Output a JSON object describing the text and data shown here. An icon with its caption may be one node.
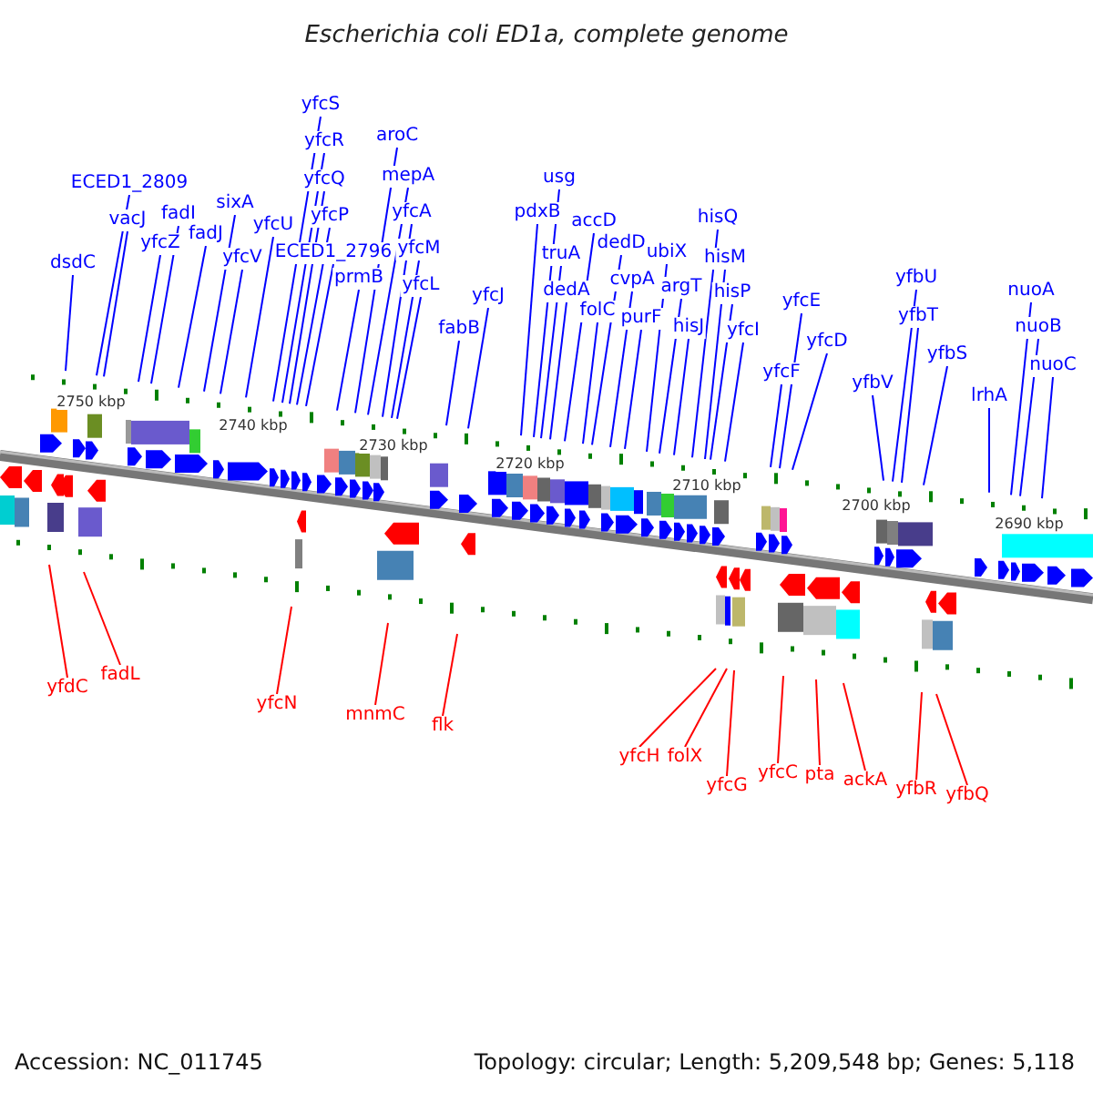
{
  "diagram": {
    "title": "Escherichia coli ED1a, complete genome",
    "nodes": [
      {
        "text": [
          "dsdC"
        ]
      },
      {
        "text": [
          "ECED1_2809"
        ]
      },
      {
        "text": [
          "vacJ"
        ]
      },
      {
        "text": [
          "yfcZ"
        ]
      },
      {
        "text": [
          "fadI"
        ]
      },
      {
        "text": [
          "fadJ"
        ]
      },
      {
        "text": [
          "sixA"
        ]
      },
      {
        "text": [
          "yfcV"
        ]
      },
      {
        "text": [
          "yfcU"
        ]
      },
      {
        "text": [
          "yfcS"
        ]
      },
      {
        "text": [
          "yfcR"
        ]
      },
      {
        "text": [
          "yfcQ"
        ]
      },
      {
        "text": [
          "yfcP"
        ]
      },
      {
        "text": [
          "ECED1_2796"
        ]
      },
      {
        "text": [
          "prmB"
        ]
      },
      {
        "text": [
          "aroC"
        ]
      },
      {
        "text": [
          "mepA"
        ]
      },
      {
        "text": [
          "yfcA"
        ]
      },
      {
        "text": [
          "yfcM"
        ]
      },
      {
        "text": [
          "yfcL"
        ]
      },
      {
        "text": [
          "fabB"
        ]
      },
      {
        "text": [
          "yfcJ"
        ]
      },
      {
        "text": [
          "pdxB"
        ]
      },
      {
        "text": [
          "usg"
        ]
      },
      {
        "text": [
          "truA"
        ]
      },
      {
        "text": [
          "accD"
        ]
      },
      {
        "text": [
          "dedA"
        ]
      },
      {
        "text": [
          "dedD"
        ]
      },
      {
        "text": [
          "folC"
        ]
      },
      {
        "text": [
          "cvpA"
        ]
      },
      {
        "text": [
          "purF"
        ]
      },
      {
        "text": [
          "ubiX"
        ]
      },
      {
        "text": [
          "argT"
        ]
      },
      {
        "text": [
          "hisJ"
        ]
      },
      {
        "text": [
          "hisQ"
        ]
      },
      {
        "text": [
          "hisM"
        ]
      },
      {
        "text": [
          "hisP"
        ]
      },
      {
        "text": [
          "yfcI"
        ]
      },
      {
        "text": [
          "yfcE"
        ]
      },
      {
        "text": [
          "yfcF"
        ]
      },
      {
        "text": [
          "yfcD"
        ]
      },
      {
        "text": [
          "yfbV"
        ]
      },
      {
        "text": [
          "yfbU"
        ]
      },
      {
        "text": [
          "yfbT"
        ]
      },
      {
        "text": [
          "yfbS"
        ]
      },
      {
        "text": [
          "lrhA"
        ]
      },
      {
        "text": [
          "nuoA"
        ]
      },
      {
        "text": [
          "nuoB"
        ]
      },
      {
        "text": [
          "nuoC"
        ]
      },
      {
        "text": [
          "yfdC"
        ]
      },
      {
        "text": [
          "fadL"
        ]
      },
      {
        "text": [
          "yfcN"
        ]
      },
      {
        "text": [
          "mnmC"
        ]
      },
      {
        "text": [
          "flk"
        ]
      },
      {
        "text": [
          "yfcH"
        ]
      },
      {
        "text": [
          "folX"
        ]
      },
      {
        "text": [
          "yfcG"
        ]
      },
      {
        "text": [
          "yfcC"
        ]
      },
      {
        "text": [
          "pta"
        ]
      },
      {
        "text": [
          "ackA"
        ]
      },
      {
        "text": [
          "yfbR"
        ]
      },
      {
        "text": [
          "yfbQ"
        ]
      }
    ],
    "edges": [
      {
        "from": 0,
        "to": null,
        "arrow": "none"
      },
      {
        "from": 1,
        "to": null,
        "arrow": "none"
      },
      {
        "from": 2,
        "to": null,
        "arrow": "none"
      },
      {
        "from": 3,
        "to": null,
        "arrow": "none"
      },
      {
        "from": 4,
        "to": null,
        "arrow": "none"
      },
      {
        "from": 5,
        "to": null,
        "arrow": "none"
      },
      {
        "from": 6,
        "to": null,
        "arrow": "none"
      },
      {
        "from": 7,
        "to": null,
        "arrow": "none"
      },
      {
        "from": 8,
        "to": null,
        "arrow": "none"
      },
      {
        "from": 9,
        "to": null,
        "arrow": "none"
      },
      {
        "from": 10,
        "to": null,
        "arrow": "none"
      },
      {
        "from": 11,
        "to": null,
        "arrow": "none"
      },
      {
        "from": 12,
        "to": null,
        "arrow": "none"
      },
      {
        "from": 13,
        "to": null,
        "arrow": "none"
      },
      {
        "from": 14,
        "to": null,
        "arrow": "none"
      },
      {
        "from": 15,
        "to": null,
        "arrow": "none"
      },
      {
        "from": 16,
        "to": null,
        "arrow": "none"
      },
      {
        "from": 17,
        "to": null,
        "arrow": "none"
      },
      {
        "from": 18,
        "to": null,
        "arrow": "none"
      },
      {
        "from": 19,
        "to": null,
        "arrow": "none"
      },
      {
        "from": 20,
        "to": null,
        "arrow": "none"
      },
      {
        "from": 21,
        "to": null,
        "arrow": "none"
      },
      {
        "from": 22,
        "to": null,
        "arrow": "none"
      },
      {
        "from": 23,
        "to": null,
        "arrow": "none"
      },
      {
        "from": 24,
        "to": null,
        "arrow": "none"
      },
      {
        "from": 25,
        "to": null,
        "arrow": "none"
      },
      {
        "from": 26,
        "to": null,
        "arrow": "none"
      },
      {
        "from": 27,
        "to": null,
        "arrow": "none"
      },
      {
        "from": 28,
        "to": null,
        "arrow": "none"
      },
      {
        "from": 29,
        "to": null,
        "arrow": "none"
      },
      {
        "from": 30,
        "to": null,
        "arrow": "none"
      },
      {
        "from": 31,
        "to": null,
        "arrow": "none"
      },
      {
        "from": 32,
        "to": null,
        "arrow": "none"
      },
      {
        "from": 33,
        "to": null,
        "arrow": "none"
      },
      {
        "from": 34,
        "to": null,
        "arrow": "none"
      },
      {
        "from": 35,
        "to": null,
        "arrow": "none"
      },
      {
        "from": 36,
        "to": null,
        "arrow": "none"
      },
      {
        "from": 37,
        "to": null,
        "arrow": "none"
      },
      {
        "from": 38,
        "to": null,
        "arrow": "none"
      },
      {
        "from": 39,
        "to": null,
        "arrow": "none"
      },
      {
        "from": 40,
        "to": null,
        "arrow": "none"
      },
      {
        "from": 41,
        "to": null,
        "arrow": "none"
      },
      {
        "from": 42,
        "to": null,
        "arrow": "none"
      },
      {
        "from": 43,
        "to": null,
        "arrow": "none"
      },
      {
        "from": 44,
        "to": null,
        "arrow": "none"
      },
      {
        "from": 45,
        "to": null,
        "arrow": "none"
      },
      {
        "from": 46,
        "to": null,
        "arrow": "none"
      },
      {
        "from": 47,
        "to": null,
        "arrow": "none"
      },
      {
        "from": 48,
        "to": null,
        "arrow": "none"
      },
      {
        "from": 49,
        "to": null,
        "arrow": "none",
        "color": "#ff0000"
      },
      {
        "from": 50,
        "to": null,
        "arrow": "none",
        "color": "#ff0000"
      },
      {
        "from": 51,
        "to": null,
        "arrow": "none",
        "color": "#ff0000"
      },
      {
        "from": 52,
        "to": null,
        "arrow": "none",
        "color": "#ff0000"
      },
      {
        "from": 53,
        "to": null,
        "arrow": "none",
        "color": "#ff0000"
      },
      {
        "from": 54,
        "to": null,
        "arrow": "none",
        "color": "#ff0000"
      },
      {
        "from": 55,
        "to": null,
        "arrow": "none",
        "color": "#ff0000"
      },
      {
        "from": 56,
        "to": null,
        "arrow": "none",
        "color": "#ff0000"
      },
      {
        "from": 57,
        "to": null,
        "arrow": "none",
        "color": "#ff0000"
      },
      {
        "from": 58,
        "to": null,
        "arrow": "none",
        "color": "#ff0000"
      },
      {
        "from": 59,
        "to": null,
        "arrow": "none",
        "color": "#ff0000"
      },
      {
        "from": 60,
        "to": null,
        "arrow": "none",
        "color": "#ff0000"
      },
      {
        "from": 61,
        "to": null,
        "arrow": "none",
        "color": "#ff0000"
      }
    ],
    "labels": [
      "2750 kbp",
      "2740 kbp",
      "2730 kbp",
      "2720 kbp",
      "2710 kbp",
      "2700 kbp",
      "2690 kbp",
      "Accession: NC_011745",
      "Topology: circular; Length: 5,209,548 bp; Genes: 5,118"
    ]
  }
}
